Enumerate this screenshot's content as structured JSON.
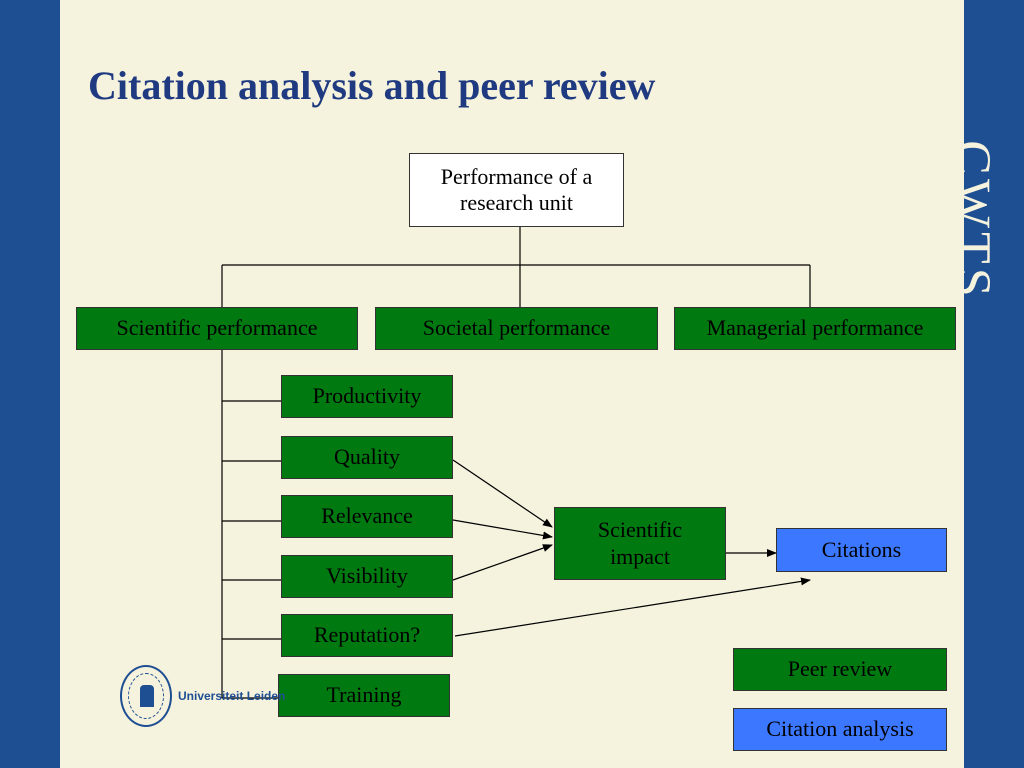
{
  "slide": {
    "title": "Citation analysis and peer review",
    "brand": "CWTS"
  },
  "diagram": {
    "root": "Performance of a research unit",
    "branches": [
      "Scientific performance",
      "Societal performance",
      "Managerial performance"
    ],
    "aspects": [
      "Productivity",
      "Quality",
      "Relevance",
      "Visibility",
      "Reputation?",
      "Training"
    ],
    "scientific_impact": "Scientific impact",
    "citations": "Citations"
  },
  "legend": {
    "peer_review": "Peer review",
    "citation_analysis": "Citation analysis"
  },
  "logo": {
    "text": "Universiteit Leiden"
  },
  "colors": {
    "frame_blue": "#1f4f93",
    "background": "#f5f2dd",
    "peer_review_green": "#007a10",
    "citation_blue": "#3c78ff",
    "title_blue": "#1f3a80"
  }
}
